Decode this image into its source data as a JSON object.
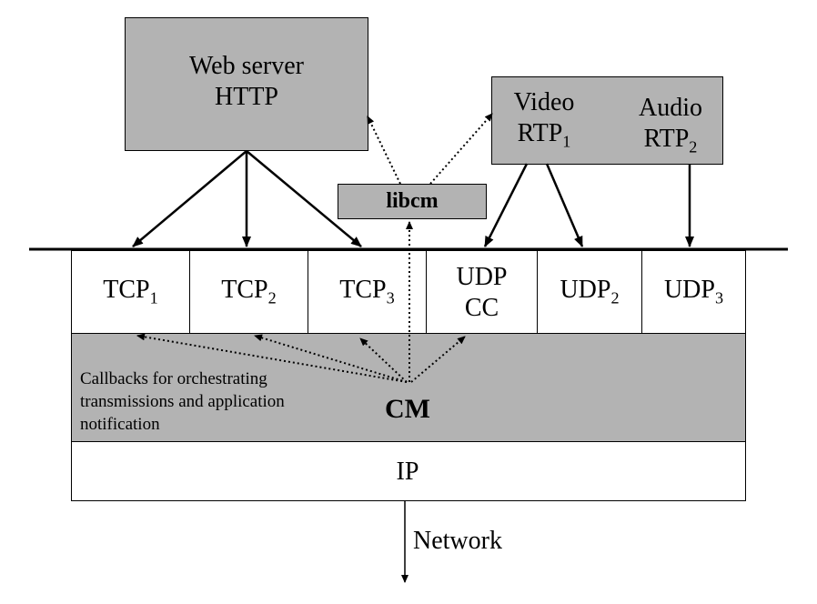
{
  "web_server": {
    "line1": "Web server",
    "line2": "HTTP"
  },
  "video": {
    "name": "Video",
    "proto": "RTP",
    "sub": "1"
  },
  "audio": {
    "name": "Audio",
    "proto": "RTP",
    "sub": "2"
  },
  "libcm": "libcm",
  "transport": [
    {
      "name": "TCP",
      "sub": "1"
    },
    {
      "name": "TCP",
      "sub": "2"
    },
    {
      "name": "TCP",
      "sub": "3"
    },
    {
      "name": "UDP",
      "line2": "CC"
    },
    {
      "name": "UDP",
      "sub": "2"
    },
    {
      "name": "UDP",
      "sub": "3"
    }
  ],
  "cm": {
    "label": "CM",
    "callbacks_line1": "Callbacks for orchestrating",
    "callbacks_line2": "transmissions and application",
    "callbacks_line3": "notification"
  },
  "ip": "IP",
  "network": "Network",
  "colors": {
    "box_fill": "#b3b3b3",
    "line": "#000000",
    "background": "#ffffff"
  }
}
